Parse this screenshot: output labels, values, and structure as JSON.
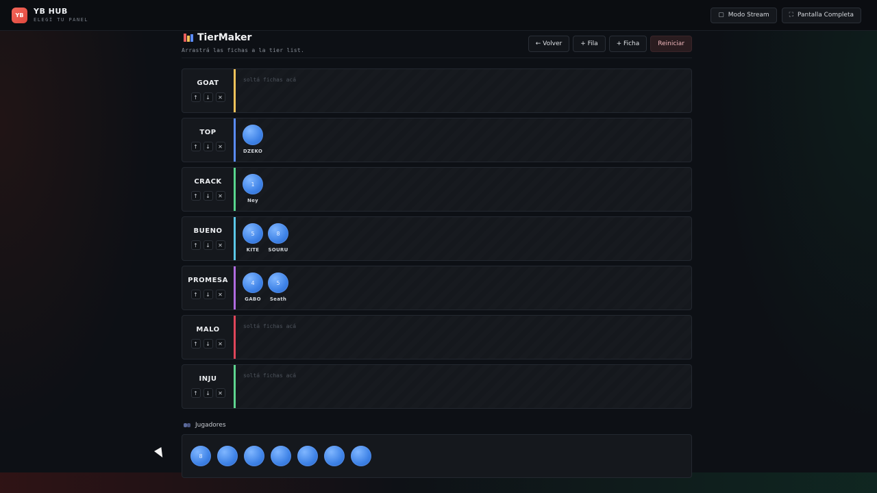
{
  "brand": {
    "logo": "YB",
    "title": "YB HUB",
    "subtitle": "ELEGÍ TU PANEL"
  },
  "topbar": {
    "stream_label": "Modo Stream",
    "stream_icon": "camera-icon",
    "fullscreen_label": "Pantalla Completa",
    "fullscreen_icon": "expand-icon"
  },
  "page": {
    "title": "TierMaker",
    "subtitle": "Arrastrá las fichas a la tier list.",
    "actions": {
      "back": "← Volver",
      "add_row": "+ Fila",
      "add_chip": "+ Ficha",
      "reset": "Reiniciar"
    }
  },
  "tier_controls": {
    "up": "↑",
    "down": "↓",
    "remove": "✕"
  },
  "drop_placeholder": "soltá fichas acá",
  "tiers": [
    {
      "name": "GOAT",
      "color": "#f3c35a",
      "chips": []
    },
    {
      "name": "TOP",
      "color": "#5b8cff",
      "chips": [
        {
          "number": "",
          "label": "DZEKO"
        }
      ]
    },
    {
      "name": "CRACK",
      "color": "#58d68d",
      "chips": [
        {
          "number": "1",
          "label": "Ney"
        }
      ]
    },
    {
      "name": "BUENO",
      "color": "#5bc8e8",
      "chips": [
        {
          "number": "5",
          "label": "KITE"
        },
        {
          "number": "8",
          "label": "SOURU"
        }
      ]
    },
    {
      "name": "PROMESA",
      "color": "#b06be0",
      "chips": [
        {
          "number": "4",
          "label": "GABO"
        },
        {
          "number": "5",
          "label": "Seath"
        }
      ]
    },
    {
      "name": "MALO",
      "color": "#e0465a",
      "chips": []
    },
    {
      "name": "INJU",
      "color": "#5ed58f",
      "chips": []
    }
  ],
  "pool": {
    "title": "Jugadores",
    "chips": [
      {
        "number": "8"
      },
      {
        "number": ""
      },
      {
        "number": ""
      },
      {
        "number": ""
      },
      {
        "number": ""
      },
      {
        "number": ""
      },
      {
        "number": ""
      }
    ]
  }
}
